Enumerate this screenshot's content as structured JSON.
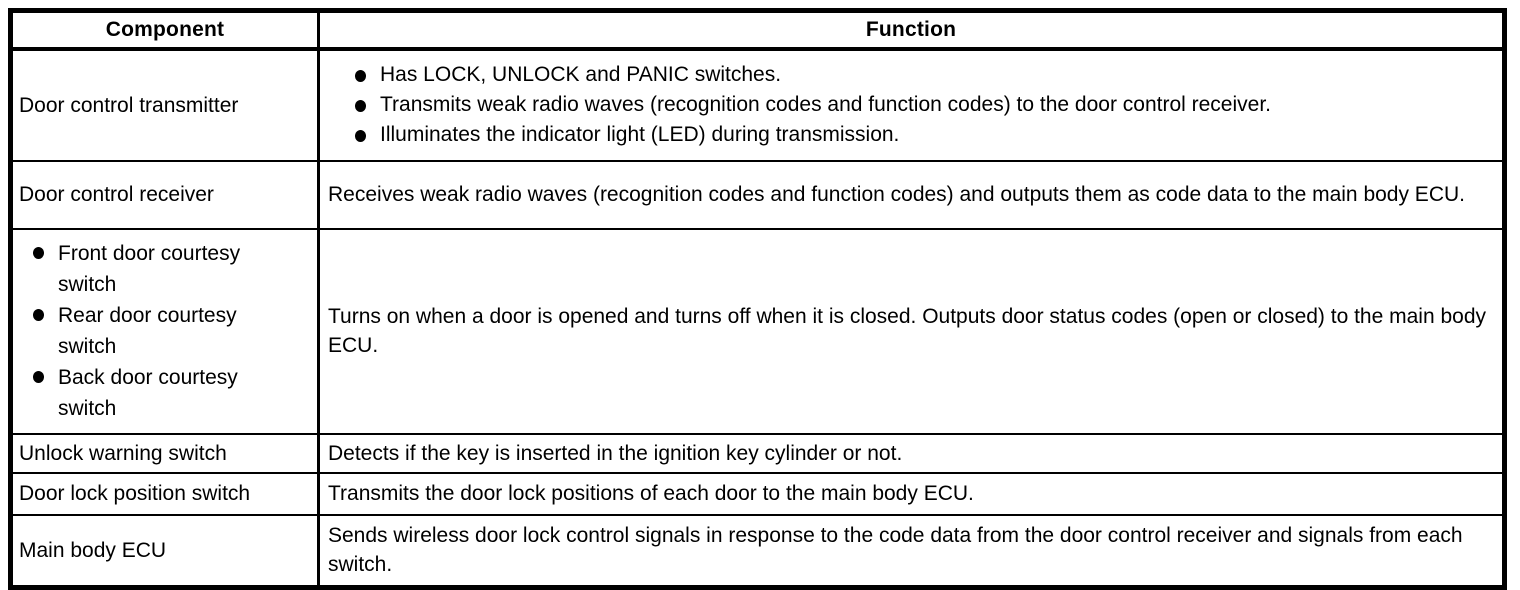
{
  "table": {
    "border_color": "#000000",
    "background_color": "#ffffff",
    "header": {
      "component": "Component",
      "function": "Function"
    },
    "rows": [
      {
        "component_text": "Door control transmitter",
        "function_bullets": [
          "Has LOCK, UNLOCK and PANIC switches.",
          "Transmits weak radio waves (recognition codes and function codes) to the door control receiver.",
          "Illuminates the indicator light (LED) during transmission."
        ]
      },
      {
        "component_text": "Door control receiver",
        "function_text": "Receives weak radio waves (recognition codes and function codes) and outputs them as code data to the main body ECU."
      },
      {
        "component_bullets": [
          "Front door courtesy switch",
          "Rear door courtesy switch",
          "Back door courtesy switch"
        ],
        "function_text": "Turns on when a door is opened and turns off when it is closed. Outputs door status codes (open or closed) to the main body ECU."
      },
      {
        "component_text": "Unlock warning switch",
        "function_text": "Detects if the key is inserted in the ignition key cylinder or not."
      },
      {
        "component_text": "Door lock position switch",
        "function_text": "Transmits the door lock positions of each door to the main body ECU."
      },
      {
        "component_text": "Main body ECU",
        "function_text": "Sends wireless door lock control signals in response to the code data from the door control receiver and signals from each switch."
      }
    ]
  }
}
